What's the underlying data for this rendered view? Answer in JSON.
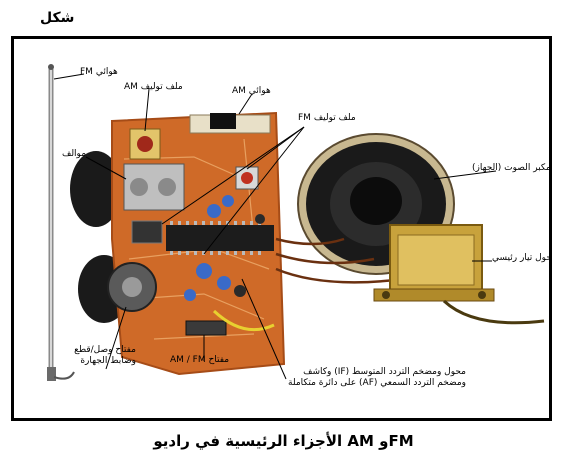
{
  "page_label": "شكل",
  "caption": "الأجزاء الرئيسية في راديو AM وFM",
  "labels": {
    "fm_antenna": "هوائي FM",
    "am_tuning_coil": "ملف توليف AM",
    "am_antenna": "هوائي AM",
    "fm_tuning_coil": "ملف توليف FM",
    "tuner": "موالف",
    "speaker": "مكبر الصوت (الجهاز)",
    "main_transformer": "محول تيار رئيسي",
    "on_off_switch": "مفتاح وصل/قطع وضابط الجهارة",
    "am_fm_switch": "مفتاح AM / FM",
    "if_af_module": "محول ومضخم التردد المتوسط (IF) وكاشف ومضخم التردد السمعي (AF) على دائرة متكاملة"
  },
  "colors": {
    "pcb": "#cf6a28",
    "pcb_dark": "#a64c17",
    "chip": "#1c1c1c",
    "speaker_black": "#111111",
    "transformer": "#c8a23c",
    "frame": "#000000"
  }
}
